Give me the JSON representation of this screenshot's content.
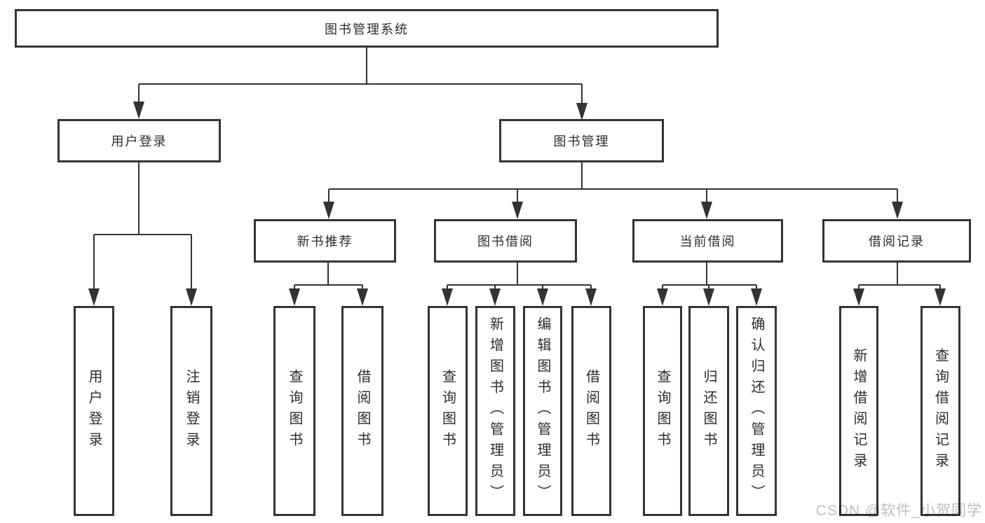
{
  "tree": {
    "label": "图书管理系统",
    "children": [
      {
        "label": "用户登录",
        "children": [
          {
            "label": "用户登录"
          },
          {
            "label": "注销登录"
          }
        ]
      },
      {
        "label": "图书管理",
        "children": [
          {
            "label": "新书推荐",
            "children": [
              {
                "label": "查询图书"
              },
              {
                "label": "借阅图书"
              }
            ]
          },
          {
            "label": "图书借阅",
            "children": [
              {
                "label": "查询图书"
              },
              {
                "label": "新增图书（管理员）"
              },
              {
                "label": "编辑图书（管理员）"
              },
              {
                "label": "借阅图书"
              }
            ]
          },
          {
            "label": "当前借阅",
            "children": [
              {
                "label": "查询图书"
              },
              {
                "label": "归还图书"
              },
              {
                "label": "确认归还（管理员）"
              }
            ]
          },
          {
            "label": "借阅记录",
            "children": [
              {
                "label": "新增借阅记录"
              },
              {
                "label": "查询借阅记录"
              }
            ]
          }
        ]
      }
    ]
  },
  "watermark": {
    "text": "CSDN @软件_小贺同学"
  },
  "colors": {
    "line": "#333333",
    "text": "#2b2b2b",
    "watermark": "#bfbfbf",
    "background": "#ffffff"
  }
}
